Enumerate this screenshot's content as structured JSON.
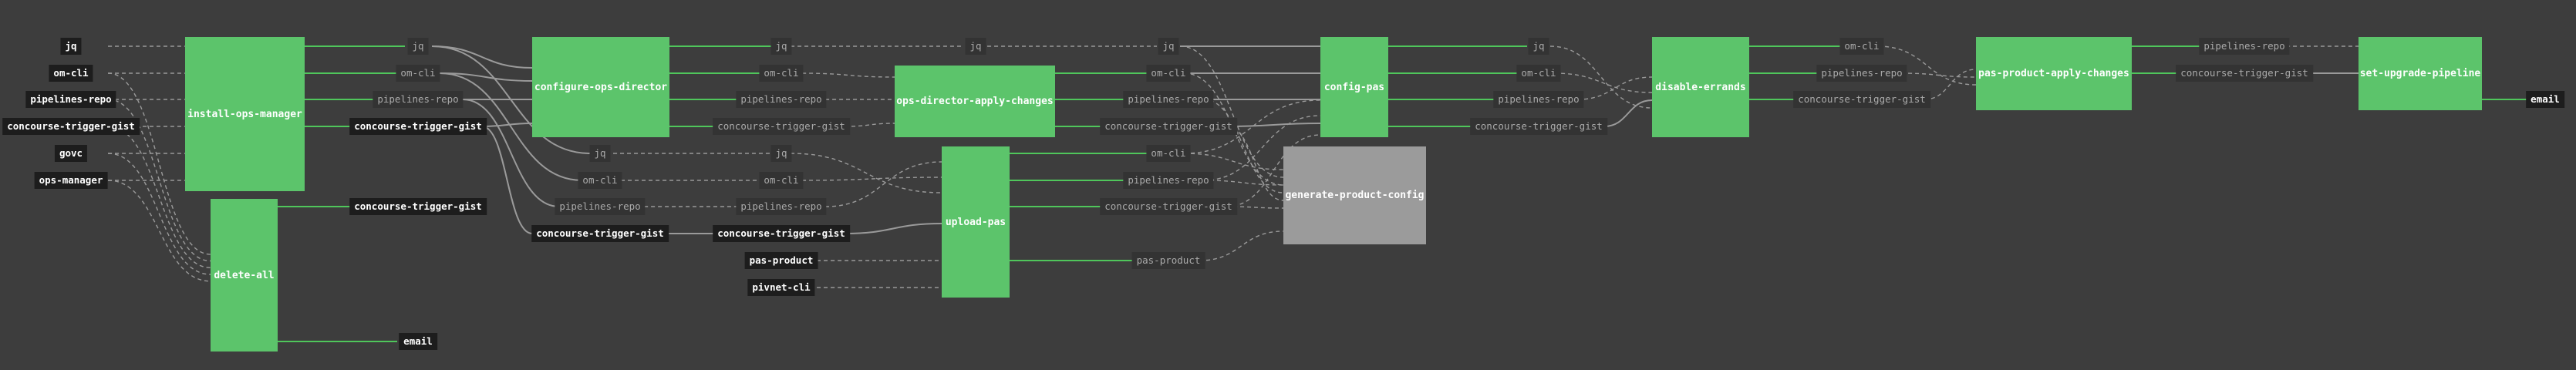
{
  "pipeline": {
    "jobs": [
      {
        "id": "install-ops-manager",
        "label": "install-ops-manager",
        "status": "succeeded"
      },
      {
        "id": "delete-all",
        "label": "delete-all",
        "status": "succeeded"
      },
      {
        "id": "configure-ops-director",
        "label": "configure-ops-director",
        "status": "succeeded"
      },
      {
        "id": "ops-director-apply-changes",
        "label": "ops-director-apply-changes",
        "status": "succeeded"
      },
      {
        "id": "upload-pas",
        "label": "upload-pas",
        "status": "succeeded"
      },
      {
        "id": "config-pas",
        "label": "config-pas",
        "status": "succeeded"
      },
      {
        "id": "generate-product-config",
        "label": "generate-product-config",
        "status": "pending"
      },
      {
        "id": "disable-errands",
        "label": "disable-errands",
        "status": "succeeded"
      },
      {
        "id": "pas-product-apply-changes",
        "label": "pas-product-apply-changes",
        "status": "succeeded"
      },
      {
        "id": "set-upgrade-pipeline",
        "label": "set-upgrade-pipeline",
        "status": "succeeded"
      }
    ],
    "resources": [
      {
        "id": "r-jq-in",
        "label": "jq",
        "style": "input"
      },
      {
        "id": "r-omcli-in",
        "label": "om-cli",
        "style": "input"
      },
      {
        "id": "r-pipes-in",
        "label": "pipelines-repo",
        "style": "input"
      },
      {
        "id": "r-gist-in",
        "label": "concourse-trigger-gist",
        "style": "input"
      },
      {
        "id": "r-govc-in",
        "label": "govc",
        "style": "input"
      },
      {
        "id": "r-opsman-in",
        "label": "ops-manager",
        "style": "input"
      },
      {
        "id": "r1-jq",
        "label": "jq",
        "style": "passed"
      },
      {
        "id": "r1-omcli",
        "label": "om-cli",
        "style": "passed"
      },
      {
        "id": "r1-pipes",
        "label": "pipelines-repo",
        "style": "passed"
      },
      {
        "id": "r1-gist",
        "label": "concourse-trigger-gist",
        "style": "input"
      },
      {
        "id": "r-del-gist",
        "label": "concourse-trigger-gist",
        "style": "input"
      },
      {
        "id": "r-del-email",
        "label": "email",
        "style": "input"
      },
      {
        "id": "r2-jq",
        "label": "jq",
        "style": "passed"
      },
      {
        "id": "r2-omcli",
        "label": "om-cli",
        "style": "passed"
      },
      {
        "id": "r2-pipes",
        "label": "pipelines-repo",
        "style": "passed"
      },
      {
        "id": "r2-gist",
        "label": "concourse-trigger-gist",
        "style": "input"
      },
      {
        "id": "r3-jq",
        "label": "jq",
        "style": "passed"
      },
      {
        "id": "r3-omcli",
        "label": "om-cli",
        "style": "passed"
      },
      {
        "id": "r3-pipes",
        "label": "pipelines-repo",
        "style": "passed"
      },
      {
        "id": "r3-gist",
        "label": "concourse-trigger-gist",
        "style": "passed"
      },
      {
        "id": "r4-jq",
        "label": "jq",
        "style": "passed"
      },
      {
        "id": "r4-omcli",
        "label": "om-cli",
        "style": "passed"
      },
      {
        "id": "r4-pipes",
        "label": "pipelines-repo",
        "style": "passed"
      },
      {
        "id": "r4-gist",
        "label": "concourse-trigger-gist",
        "style": "input"
      },
      {
        "id": "r-pasprod-in",
        "label": "pas-product",
        "style": "input"
      },
      {
        "id": "r-pivnet-in",
        "label": "pivnet-cli",
        "style": "input"
      },
      {
        "id": "r5-jq",
        "label": "jq",
        "style": "passed"
      },
      {
        "id": "r6-jq",
        "label": "jq",
        "style": "passed"
      },
      {
        "id": "r6-omcli",
        "label": "om-cli",
        "style": "passed"
      },
      {
        "id": "r6-pipes",
        "label": "pipelines-repo",
        "style": "passed"
      },
      {
        "id": "r6-gist",
        "label": "concourse-trigger-gist",
        "style": "passed"
      },
      {
        "id": "r7-omcli",
        "label": "om-cli",
        "style": "passed"
      },
      {
        "id": "r7-pipes",
        "label": "pipelines-repo",
        "style": "passed"
      },
      {
        "id": "r7-gist",
        "label": "concourse-trigger-gist",
        "style": "passed"
      },
      {
        "id": "r7-pasprod",
        "label": "pas-product",
        "style": "passed"
      },
      {
        "id": "r8-jq",
        "label": "jq",
        "style": "passed"
      },
      {
        "id": "r8-omcli",
        "label": "om-cli",
        "style": "passed"
      },
      {
        "id": "r8-pipes",
        "label": "pipelines-repo",
        "style": "passed"
      },
      {
        "id": "r8-gist",
        "label": "concourse-trigger-gist",
        "style": "passed"
      },
      {
        "id": "r9-omcli",
        "label": "om-cli",
        "style": "passed"
      },
      {
        "id": "r9-pipes",
        "label": "pipelines-repo",
        "style": "passed"
      },
      {
        "id": "r9-gist",
        "label": "concourse-trigger-gist",
        "style": "passed"
      },
      {
        "id": "r10-pipes",
        "label": "pipelines-repo",
        "style": "passed"
      },
      {
        "id": "r10-gist",
        "label": "concourse-trigger-gist",
        "style": "passed"
      },
      {
        "id": "r-email-out",
        "label": "email",
        "style": "input"
      }
    ]
  },
  "colors": {
    "background": "#3d3d3d",
    "job_succeeded": "#5cc46b",
    "job_pending": "#9b9b9b",
    "edge_trigger": "#4fc65b",
    "edge_passed": "#9a9a9a"
  }
}
